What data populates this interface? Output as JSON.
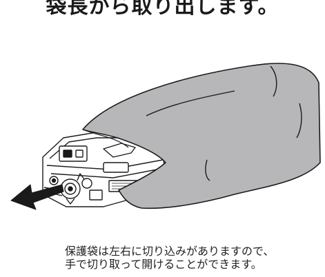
{
  "heading": "袋長から取り出します。",
  "illustration": {
    "bag_color": "#b7b7b9",
    "outline_color": "#1a1a1a",
    "arrow_color": "#1a1a1a"
  },
  "caption": {
    "line1": "保護袋は左右に切り込みがありますので、",
    "line2": "手で切り取って開けることができます。"
  }
}
